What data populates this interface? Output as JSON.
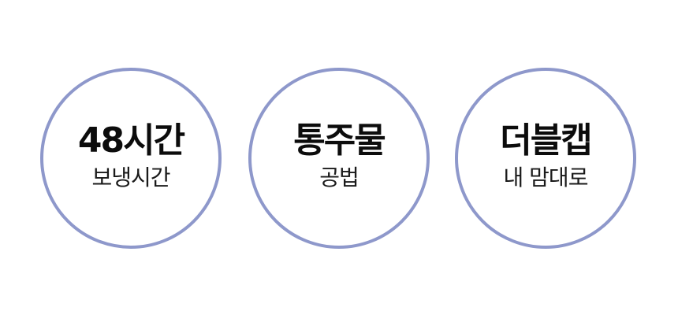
{
  "features": [
    {
      "title": "48시간",
      "subtitle": "보냉시간"
    },
    {
      "title": "통주물",
      "subtitle": "공법"
    },
    {
      "title": "더블캡",
      "subtitle": "내 맘대로"
    }
  ],
  "colors": {
    "circle_border": "#8e98cb",
    "title_text": "#0c0c0c",
    "background": "#ffffff"
  }
}
